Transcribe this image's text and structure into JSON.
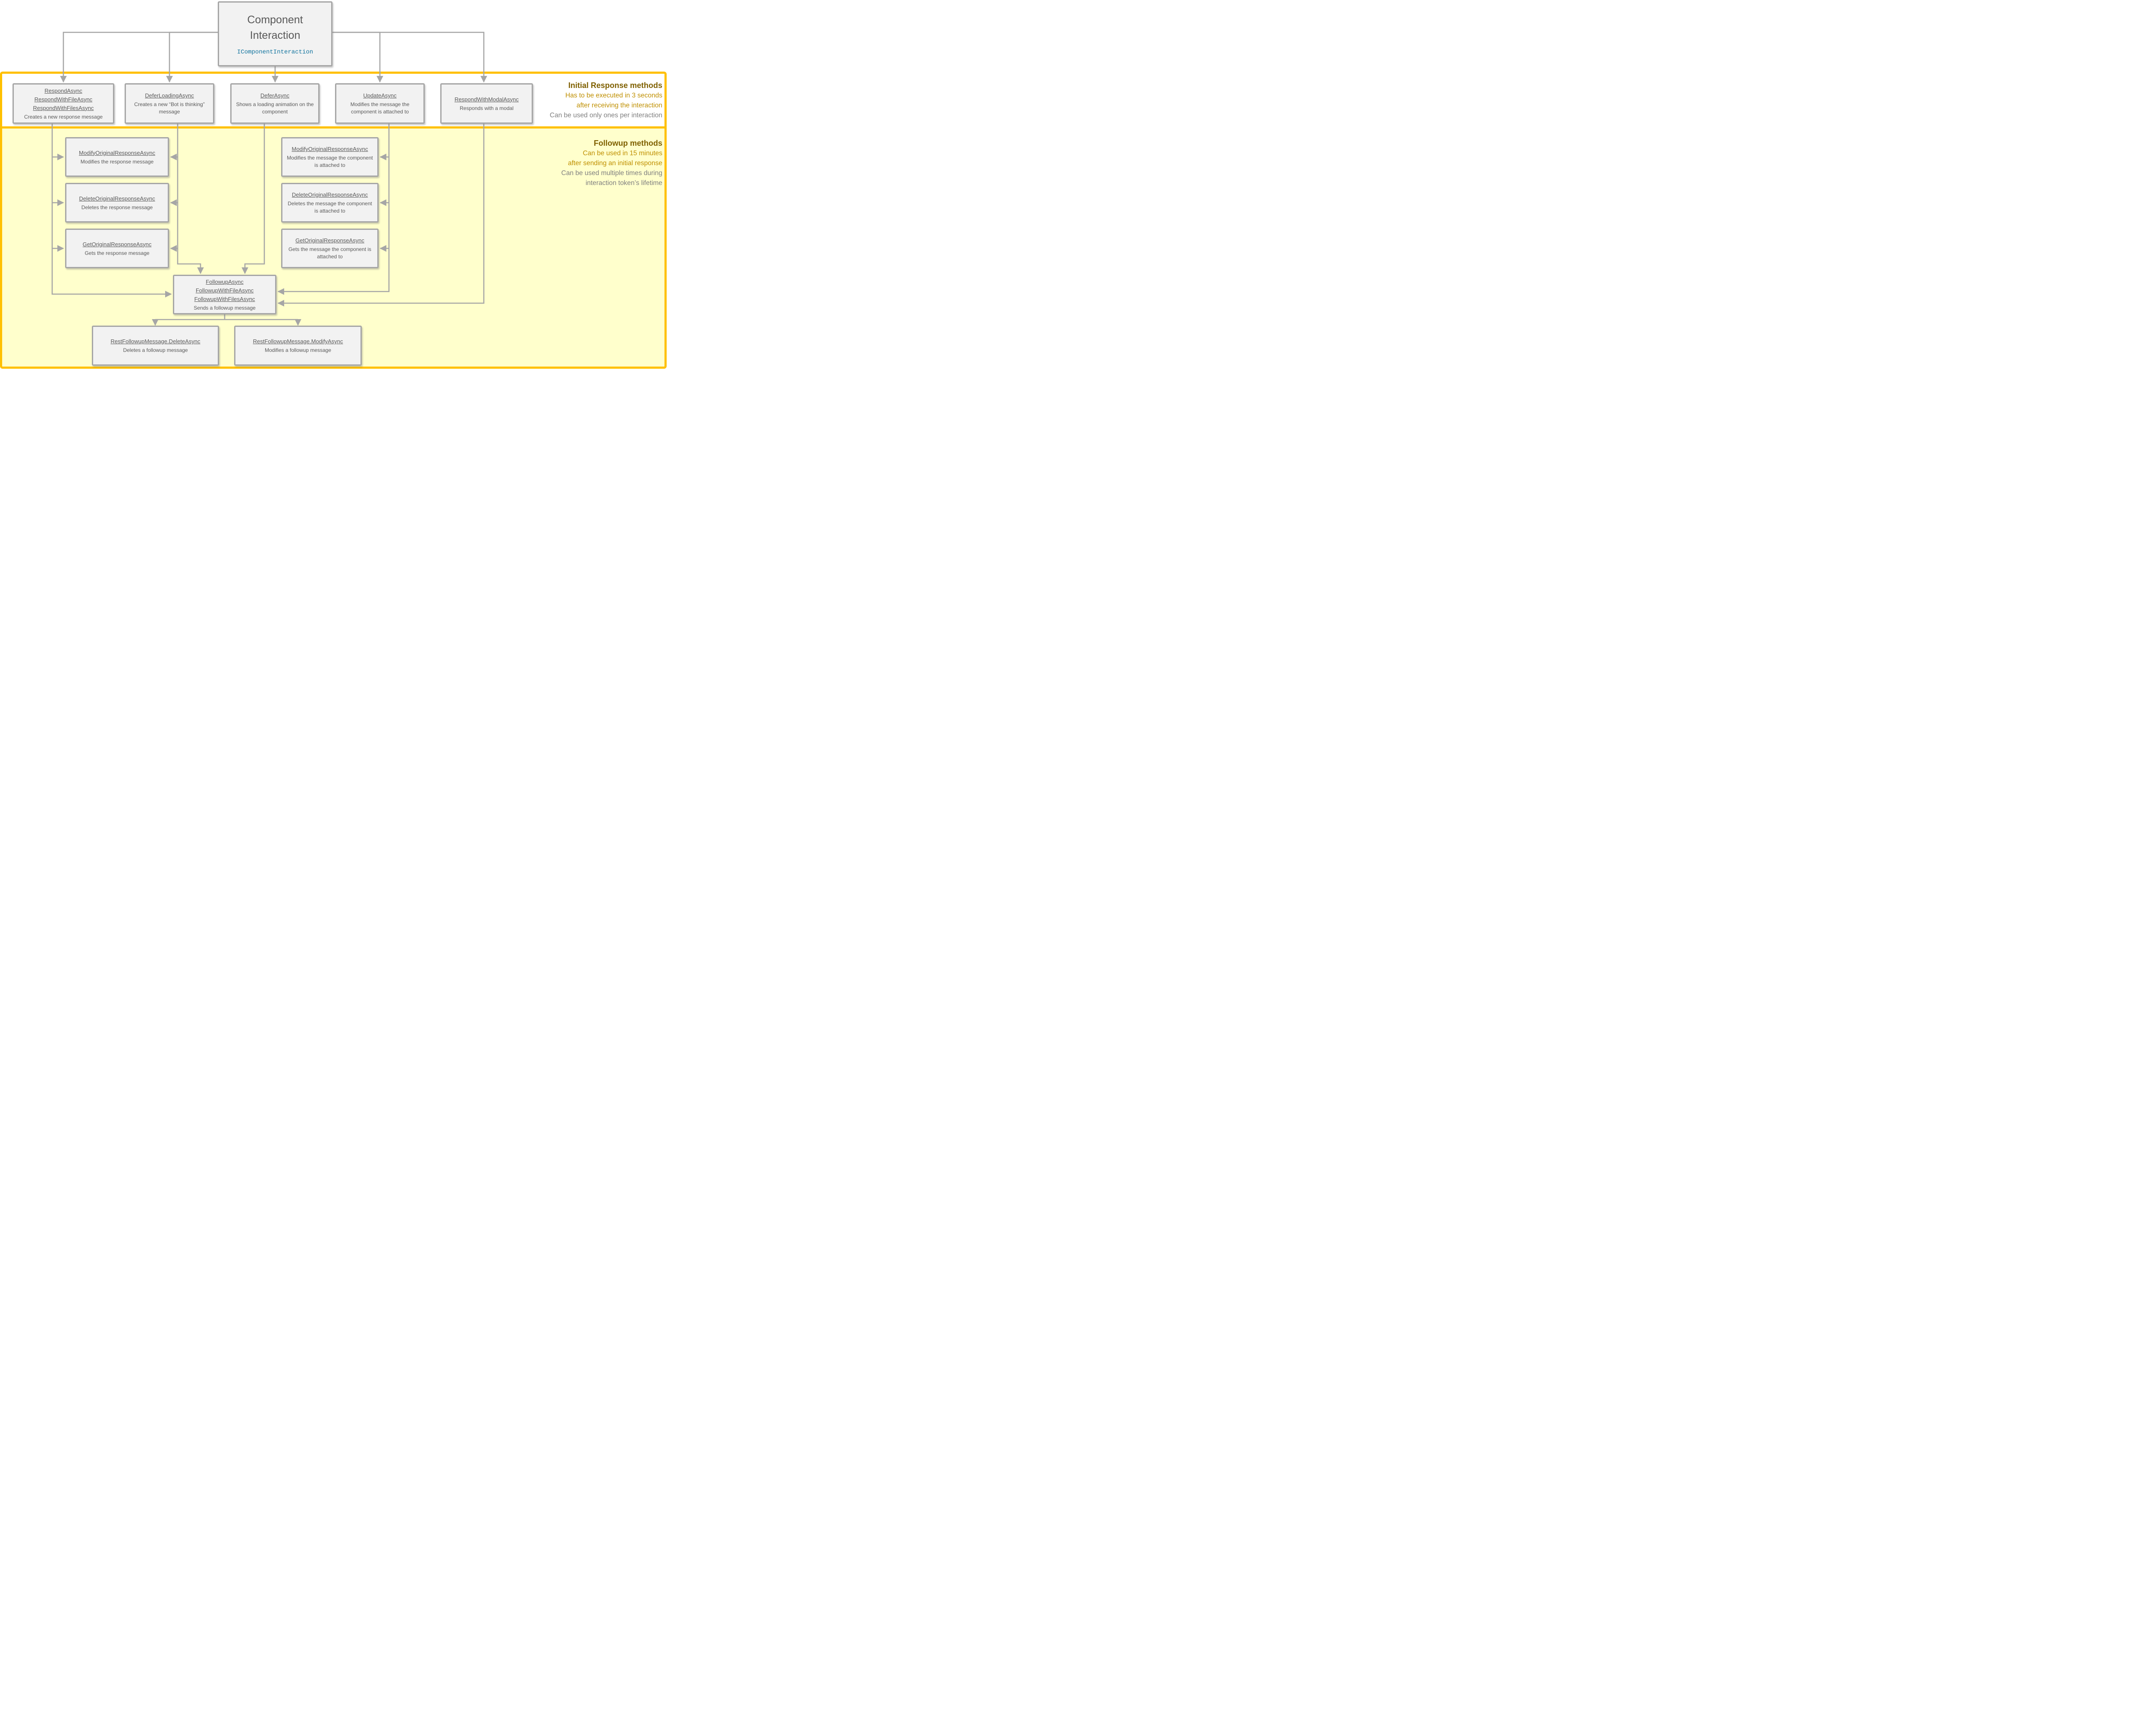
{
  "diagram": {
    "root": {
      "title_line1": "Component",
      "title_line2": "Interaction",
      "interface": "IComponentInteraction"
    },
    "initial_row": [
      {
        "methods": [
          "RespondAsync",
          "RespondWithFileAsync",
          "RespondWithFilesAsync"
        ],
        "description": "Creates a new response message"
      },
      {
        "methods": [
          "DeferLoadingAsync"
        ],
        "description": "Creates a new “Bot is thinking” message"
      },
      {
        "methods": [
          "DeferAsync"
        ],
        "description": "Shows a loading animation on the component"
      },
      {
        "methods": [
          "UpdateAsync"
        ],
        "description": "Modifies the message the component is attached to"
      },
      {
        "methods": [
          "RespondWithModalAsync"
        ],
        "description": "Responds with a modal"
      }
    ],
    "left_column": [
      {
        "methods": [
          "ModifyOriginalResponseAsync"
        ],
        "description": "Modifies the response message"
      },
      {
        "methods": [
          "DeleteOriginalResponseAsync"
        ],
        "description": "Deletes the response message"
      },
      {
        "methods": [
          "GetOriginalResponseAsync"
        ],
        "description": "Gets the response message"
      }
    ],
    "middle_column": [
      {
        "methods": [
          "ModifyOriginalResponseAsync"
        ],
        "description": "Modifies the message the component is attached to"
      },
      {
        "methods": [
          "DeleteOriginalResponseAsync"
        ],
        "description": "Deletes the message the component is attached to"
      },
      {
        "methods": [
          "GetOriginalResponseAsync"
        ],
        "description": "Gets the message the component is attached to"
      }
    ],
    "followup_box": {
      "methods": [
        "FollowupAsync",
        "FollowupWithFileAsync",
        "FollowupWithFilesAsync"
      ],
      "description": "Sends a followup message"
    },
    "bottom_row": [
      {
        "methods": [
          "RestFollowupMessage.DeleteAsync"
        ],
        "description": "Deletes a followup message"
      },
      {
        "methods": [
          "RestFollowupMessage.ModifyAsync"
        ],
        "description": "Modifies a followup message"
      }
    ],
    "initial_annotation": {
      "title": "Initial Response methods",
      "line1": "Has to be executed in 3 seconds",
      "line2": "after receiving the interaction",
      "line3": "Can be used only ones per interaction"
    },
    "followup_annotation": {
      "title": "Followup methods",
      "line1": "Can be used in 15 minutes",
      "line2": "after sending an initial response",
      "line3": "Can be used multiple times during",
      "line4": "interaction token’s lifetime"
    },
    "colors": {
      "gold_border": "#FFC000",
      "followup_bg": "#FFFFCC",
      "band_bg": "#FFFFFF",
      "box_bg": "#F2F2F2",
      "box_border": "#A6A6A6",
      "connector": "#A6A6A6",
      "text": "#595959",
      "interface_text": "#10739E",
      "heading_gold": "#7F6000",
      "sub_gold": "#BF8F00",
      "note_gray": "#808080"
    }
  }
}
